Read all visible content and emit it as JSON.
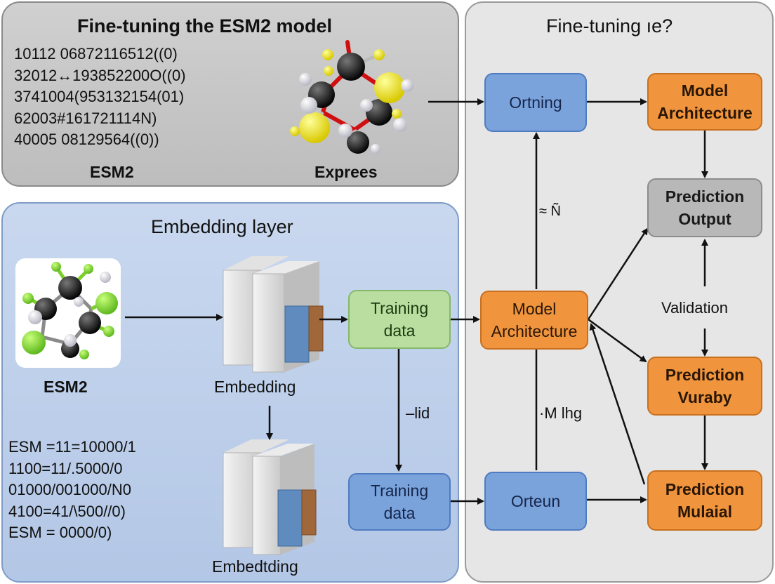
{
  "top_panel": {
    "title": "Fine-tuning the ESM2 model",
    "sequence_lines": [
      "10112 06872116512((0)",
      "32012↔193852200O((0)",
      "3741004(953132154(01)",
      "62003#161721114N)",
      "40005 08129564((0))"
    ],
    "left_caption": "ESM2",
    "right_caption": "Exprees"
  },
  "embedding_panel": {
    "title": "Embedding layer",
    "molecule_caption": "ESM2",
    "embedding_caption_top": "Embedding",
    "embedding_caption_bottom": "Embedtding",
    "arrow_label_mid": "–lid",
    "sequence_lines": [
      "ESM =11=10000/1",
      "1100=11/.5000/0",
      "01000/001000/N0",
      "4100=41/\\500//0)",
      "ESM = 0000/0)"
    ]
  },
  "right_panel": {
    "title": "Fine-tuning ıe?",
    "arrow_label_upper": "≈ Ñ",
    "arrow_label_lower": "·M lhg",
    "validation_label": "Validation"
  },
  "boxes": {
    "training_data_green": "Training\ndata",
    "training_data_blue": "Training\ndata",
    "model_architecture_center": "Model\nArchitecture",
    "ortning": "Ortning",
    "orteun": "Orteun",
    "model_architecture_right": "Model\nArchitecture",
    "prediction_output": "Prediction\nOutput",
    "prediction_vuraby": "Prediction\nVuraby",
    "prediction_mulaial": "Prediction\nMulaial"
  },
  "colors": {
    "blue_box": "#7aa3dc",
    "orange_box": "#f0953e",
    "green_box": "#b9dea0",
    "gray_box": "#b8b8b8",
    "embedding_panel": "#c9d8ef",
    "top_panel": "#c6c6c6"
  }
}
